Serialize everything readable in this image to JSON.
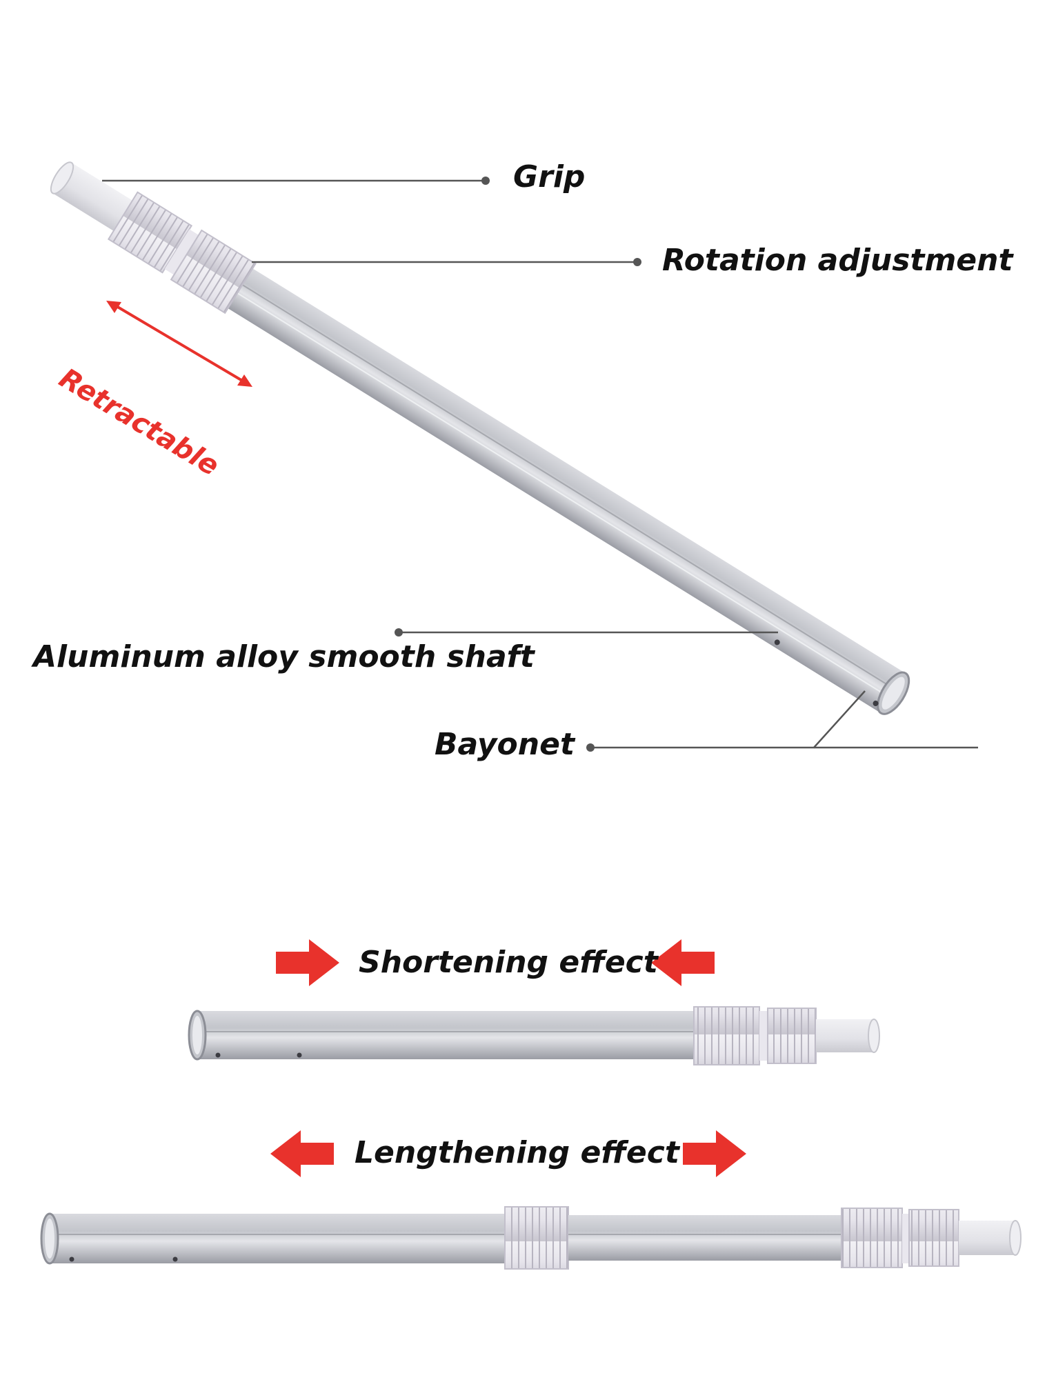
{
  "labels": {
    "grip": "Grip",
    "rotation": "Rotation adjustment",
    "retractable": "Retractable",
    "shaft": "Aluminum alloy smooth shaft",
    "bayonet": "Bayonet",
    "shortening": "Shortening effect",
    "lengthening": "Lengthening effect"
  },
  "colors": {
    "arrow_red": "#e8322c",
    "text": "#111111",
    "leader": "#555555",
    "shaft_light": "#dcdde2",
    "shaft_mid": "#b9bbc2",
    "shaft_dark": "#8e9098",
    "sleeve": "#eceaf0"
  },
  "icons": [
    "arrow-right-icon",
    "arrow-left-icon",
    "double-arrow-icon"
  ]
}
